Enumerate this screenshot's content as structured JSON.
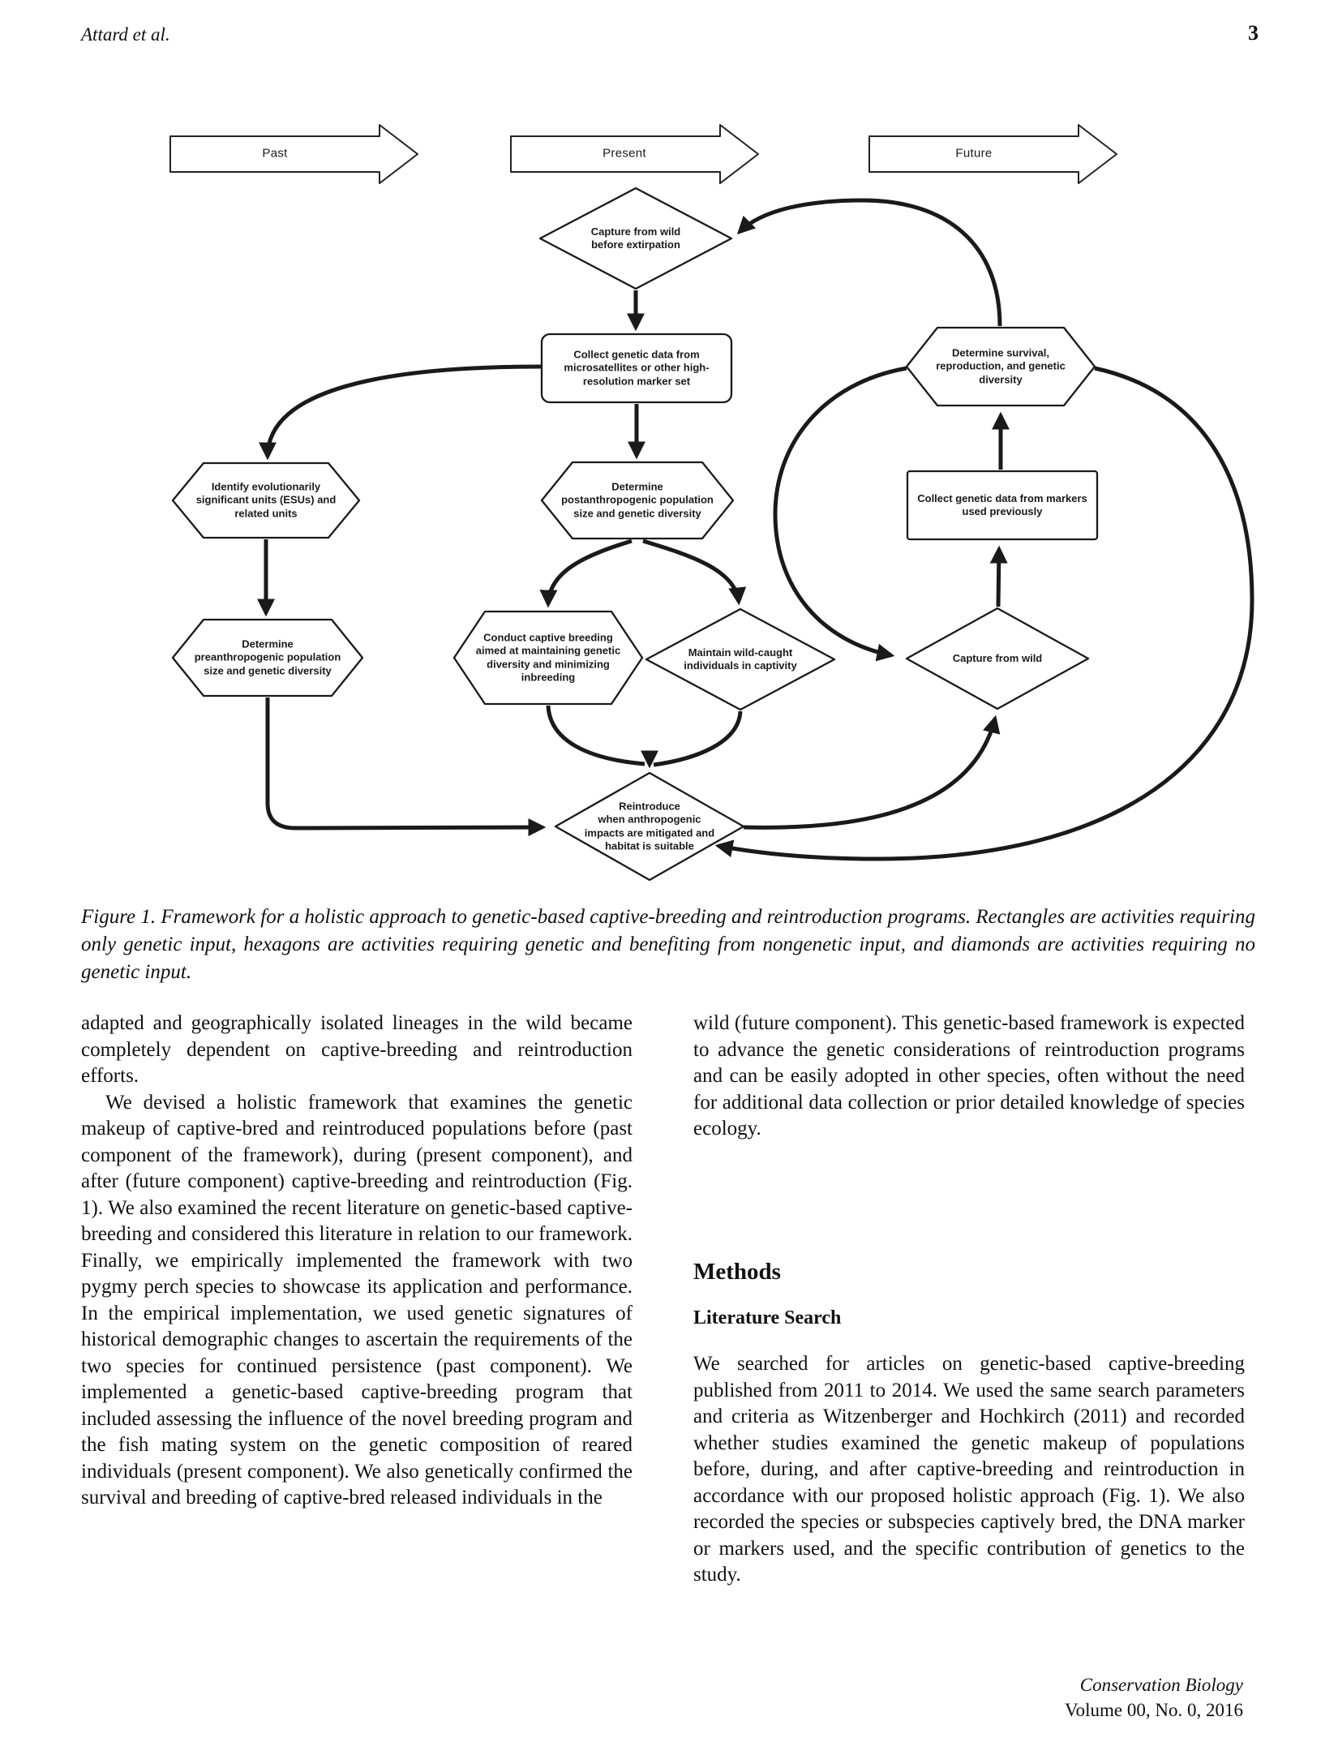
{
  "header": {
    "authors": "Attard et al.",
    "page_number": "3"
  },
  "figure": {
    "timeline": {
      "past": "Past",
      "present": "Present",
      "future": "Future"
    },
    "nodes": {
      "capture_before_extirpation": "Capture from wild\nbefore extirpation",
      "collect_highres": "Collect genetic data from\nmicrosatellites or other high-\nresolution marker set",
      "determine_survival": "Determine survival,\nreproduction, and genetic\ndiversity",
      "identify_esus": "Identify evolutionarily\nsignificant units (ESUs) and\nrelated units",
      "determine_post": "Determine\npostanthropogenic population\nsize and genetic diversity",
      "collect_previous": "Collect genetic data from markers\nused previously",
      "determine_pre": "Determine\npreanthropogenic population\nsize and genetic diversity",
      "conduct_captive": "Conduct captive breeding\naimed at maintaining genetic\ndiversity and minimizing\ninbreeding",
      "maintain_wild_caught": "Maintain wild-caught\nindividuals in captivity",
      "capture_from_wild": "Capture from wild",
      "reintroduce": "Reintroduce\nwhen anthropogenic\nimpacts are mitigated and\nhabitat is suitable"
    },
    "caption": "Figure 1.  Framework for a holistic approach to genetic-based captive-breeding and reintroduction programs. Rectangles are activities requiring only genetic input, hexagons are activities requiring genetic and benefiting from nongenetic input, and diamonds are activities requiring no genetic input."
  },
  "body": {
    "left": {
      "para1": "adapted and geographically isolated lineages in the wild became completely dependent on captive-breeding and reintroduction efforts.",
      "para2": "We devised a holistic framework that examines the genetic makeup of captive-bred and reintroduced populations before (past component of the framework), during (present component), and after (future component) captive-breeding and reintroduction (Fig. 1). We also examined the recent literature on genetic-based captive-breeding and considered this literature in relation to our framework. Finally, we empirically implemented the framework with two pygmy perch species to showcase its application and performance. In the empirical implementation, we used genetic signatures of historical demographic changes to ascertain the requirements of the two species for continued persistence (past component). We implemented a genetic-based captive-breeding program that included assessing the influence of the novel breeding program and the fish mating system on the genetic composition of reared individuals (present component). We also genetically confirmed the survival and breeding of captive-bred released individuals in the"
    },
    "right": {
      "para1": "wild (future component). This genetic-based framework is expected to advance the genetic considerations of reintroduction programs and can be easily adopted in other species, often without the need for additional data collection or prior detailed knowledge of species ecology.",
      "methods_heading": "Methods",
      "literature_heading": "Literature Search",
      "para2": "We searched for articles on genetic-based captive-breeding published from 2011 to 2014. We used the same search parameters and criteria as Witzenberger and Hochkirch (2011) and recorded whether studies examined the genetic makeup of populations before, during, and after captive-breeding and reintroduction in accordance with our proposed holistic approach (Fig. 1). We also recorded the species or subspecies captively bred, the DNA marker or markers used, and the specific contribution of genetics to the study."
    }
  },
  "footer": {
    "journal": "Conservation Biology",
    "volume_line": "Volume 00, No. 0, 2016"
  }
}
